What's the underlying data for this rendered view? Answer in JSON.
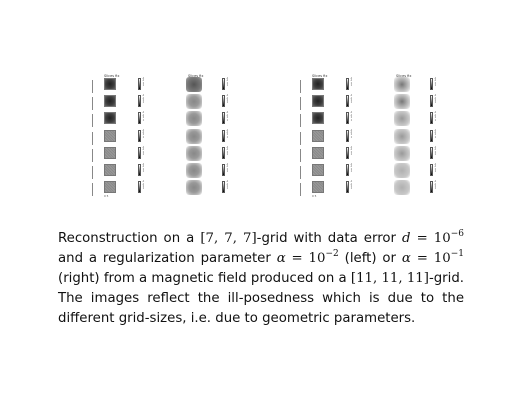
{
  "figure": {
    "panels": [
      {
        "side": "left",
        "columns": [
          {
            "title": "Slices fix",
            "variant": "a"
          },
          {
            "title": "Slices fix",
            "variant": "b"
          }
        ],
        "axis_ticks": "0  5",
        "colorbar_ticks": "-4\n-2\n 0\n 2"
      },
      {
        "side": "right",
        "columns": [
          {
            "title": "Slices fix",
            "variant": "a"
          },
          {
            "title": "Slices fix",
            "variant": "b"
          }
        ],
        "axis_ticks": "0  5",
        "colorbar_ticks": "-4\n-2\n 0\n 2"
      }
    ],
    "rows": 7
  },
  "caption": {
    "p1": "Reconstruction on a ",
    "grid_small": "[7, 7, 7]",
    "p2": "-grid with data error ",
    "d_var": "d",
    "d_eq": " = 10",
    "d_exp": "−6",
    "p3": " and a regularization parameter ",
    "alpha1_var": "α",
    "alpha1_eq": " = 10",
    "alpha1_exp": "−2",
    "p4": " (left) or ",
    "alpha2_var": "α",
    "alpha2_eq": " = 10",
    "alpha2_exp": "−1",
    "p5": " (right) from a magnetic field produced on a ",
    "grid_large": "[11, 11, 11]",
    "p6": "-grid.  The images reflect the ill-posedness which is due to the different grid-sizes, i.e. due to geometric parameters."
  },
  "colors": {
    "dark": "#3c3c3c",
    "mid": "#8a8a8a",
    "light": "#c8c8c8"
  }
}
